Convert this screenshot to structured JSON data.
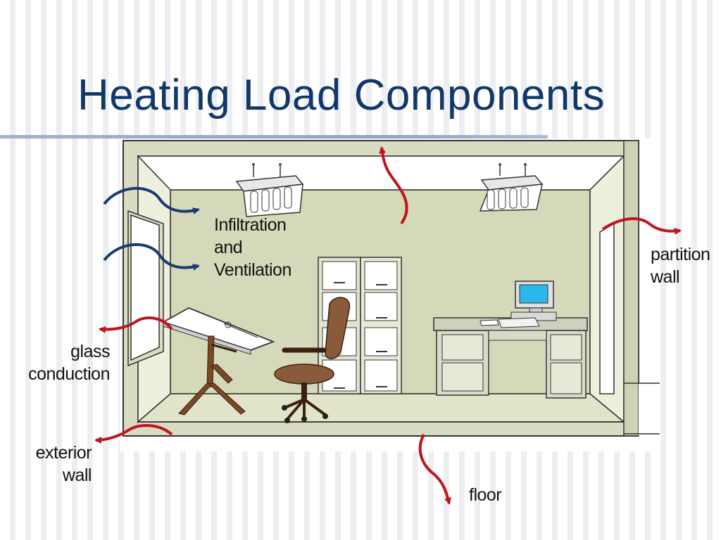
{
  "slide": {
    "title": "Heating Load Components"
  },
  "labels": {
    "infiltration": "Infiltration\nand\nVentilation",
    "partition_wall": "partition\nwall",
    "glass_conduction": "glass\nconduction",
    "exterior_wall": "exterior\nwall",
    "floor": "floor"
  },
  "colors": {
    "title": "#10386b",
    "heat_arrow": "#c0151c",
    "air_arrow": "#1b3a6e",
    "room_wall": "#dfe3c8",
    "back_wall": "#d4d7b6"
  }
}
